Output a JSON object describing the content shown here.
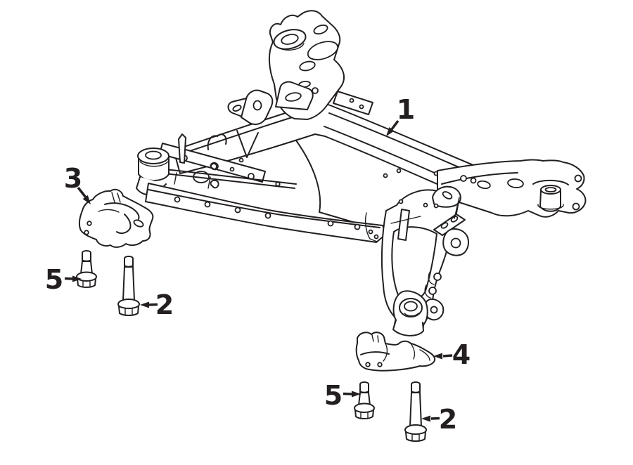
{
  "diagram": {
    "background_color": "#ffffff",
    "line_color": "#231f20",
    "callouts": [
      {
        "label": "1"
      },
      {
        "label": "3"
      },
      {
        "label": "5"
      },
      {
        "label": "2"
      },
      {
        "label": "4"
      },
      {
        "label": "5"
      },
      {
        "label": "2"
      }
    ]
  }
}
